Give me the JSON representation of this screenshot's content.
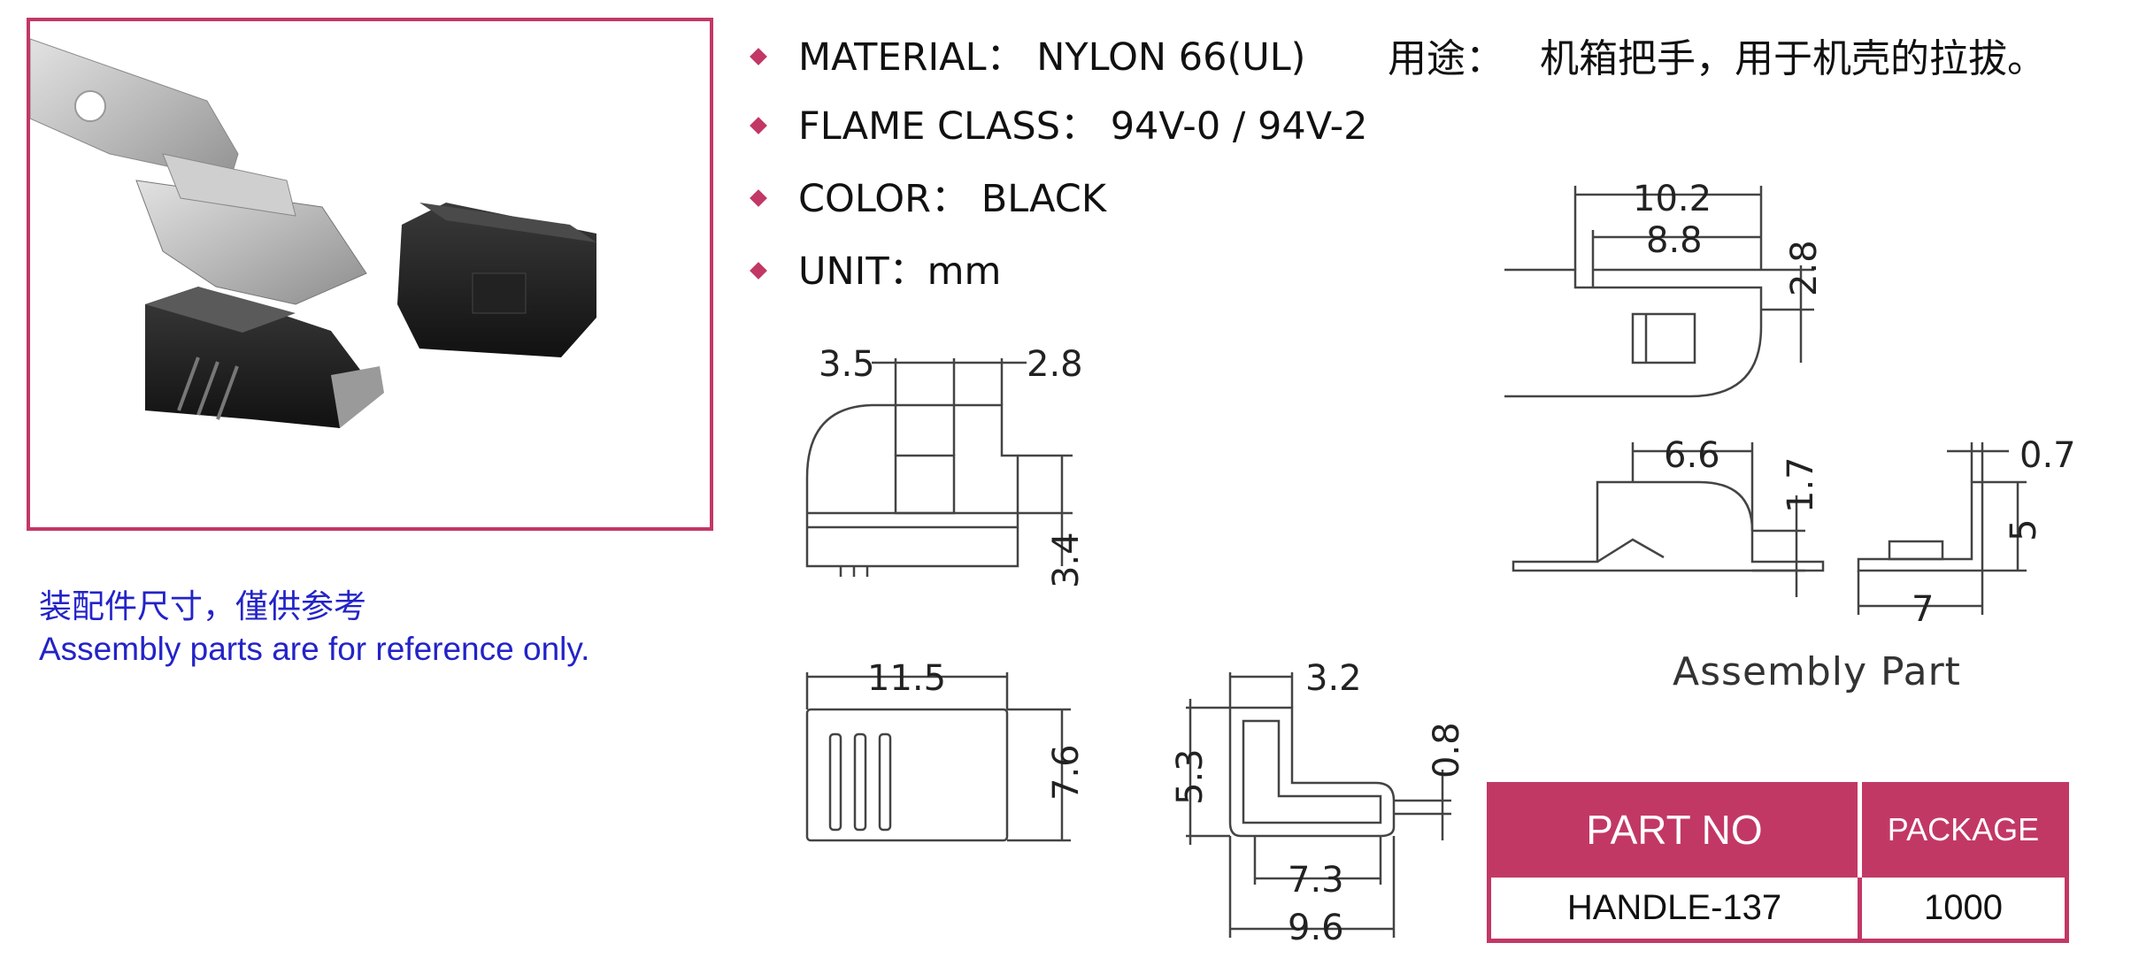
{
  "notes": {
    "cn": "装配件尺寸，僅供参考",
    "en": "Assembly parts are for reference only."
  },
  "specs": [
    {
      "label": "MATERIAL：",
      "value": "NYLON 66(UL)"
    },
    {
      "label": "FLAME CLASS：",
      "value": "94V-0 / 94V-2"
    },
    {
      "label": "COLOR：",
      "value": "BLACK"
    },
    {
      "label": "UNIT：",
      "value": "mm"
    }
  ],
  "usage": {
    "label": "用途：",
    "text": "机箱把手，用于机壳的拉拔。"
  },
  "dims": {
    "side_top_a": "3.5",
    "side_top_b": "2.8",
    "side_h": "3.4",
    "front_w": "11.5",
    "front_h": "7.6",
    "plan_top": "3.2",
    "plan_h": "5.3",
    "plan_thk": "0.8",
    "plan_inner": "7.3",
    "plan_outer": "9.6",
    "asm_w1": "10.2",
    "asm_w2": "8.8",
    "asm_h1": "2.8",
    "asm_w3": "6.6",
    "asm_h2": "1.7",
    "asm_t": "0.7",
    "asm_h3": "5",
    "asm_w4": "7"
  },
  "assembly_label": "Assembly  Part",
  "part_table": {
    "headers": [
      "PART NO",
      "PACKAGE"
    ],
    "row": [
      "HANDLE-137",
      "1000"
    ]
  },
  "colors": {
    "accent": "#c23865",
    "note_blue": "#2323c8",
    "line": "#444444"
  }
}
